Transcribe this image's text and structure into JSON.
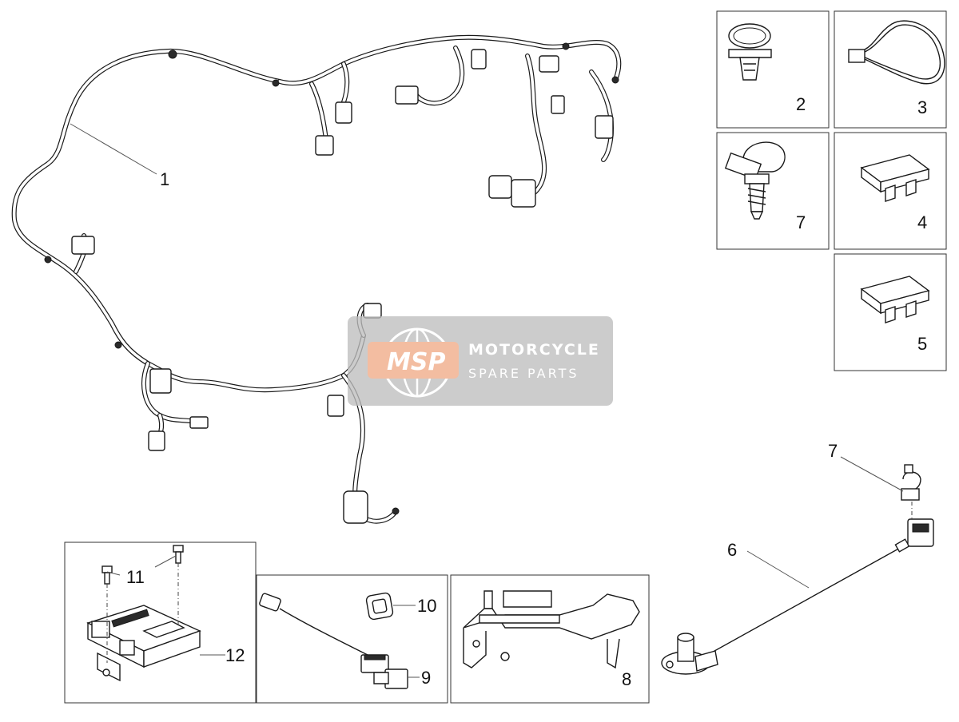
{
  "diagram": {
    "callouts": {
      "c1": "1",
      "c2": "2",
      "c3": "3",
      "c4": "4",
      "c5": "5",
      "c6": "6",
      "c7a": "7",
      "c7b": "7",
      "c8": "8",
      "c9": "9",
      "c10": "10",
      "c11": "11",
      "c12": "12"
    }
  },
  "watermark": {
    "logo": "MSP",
    "title": "MOTORCYCLE",
    "subtitle": "SPARE PARTS",
    "colors": {
      "panel": "#bdbdbd",
      "logo": "#f2b89a"
    }
  }
}
